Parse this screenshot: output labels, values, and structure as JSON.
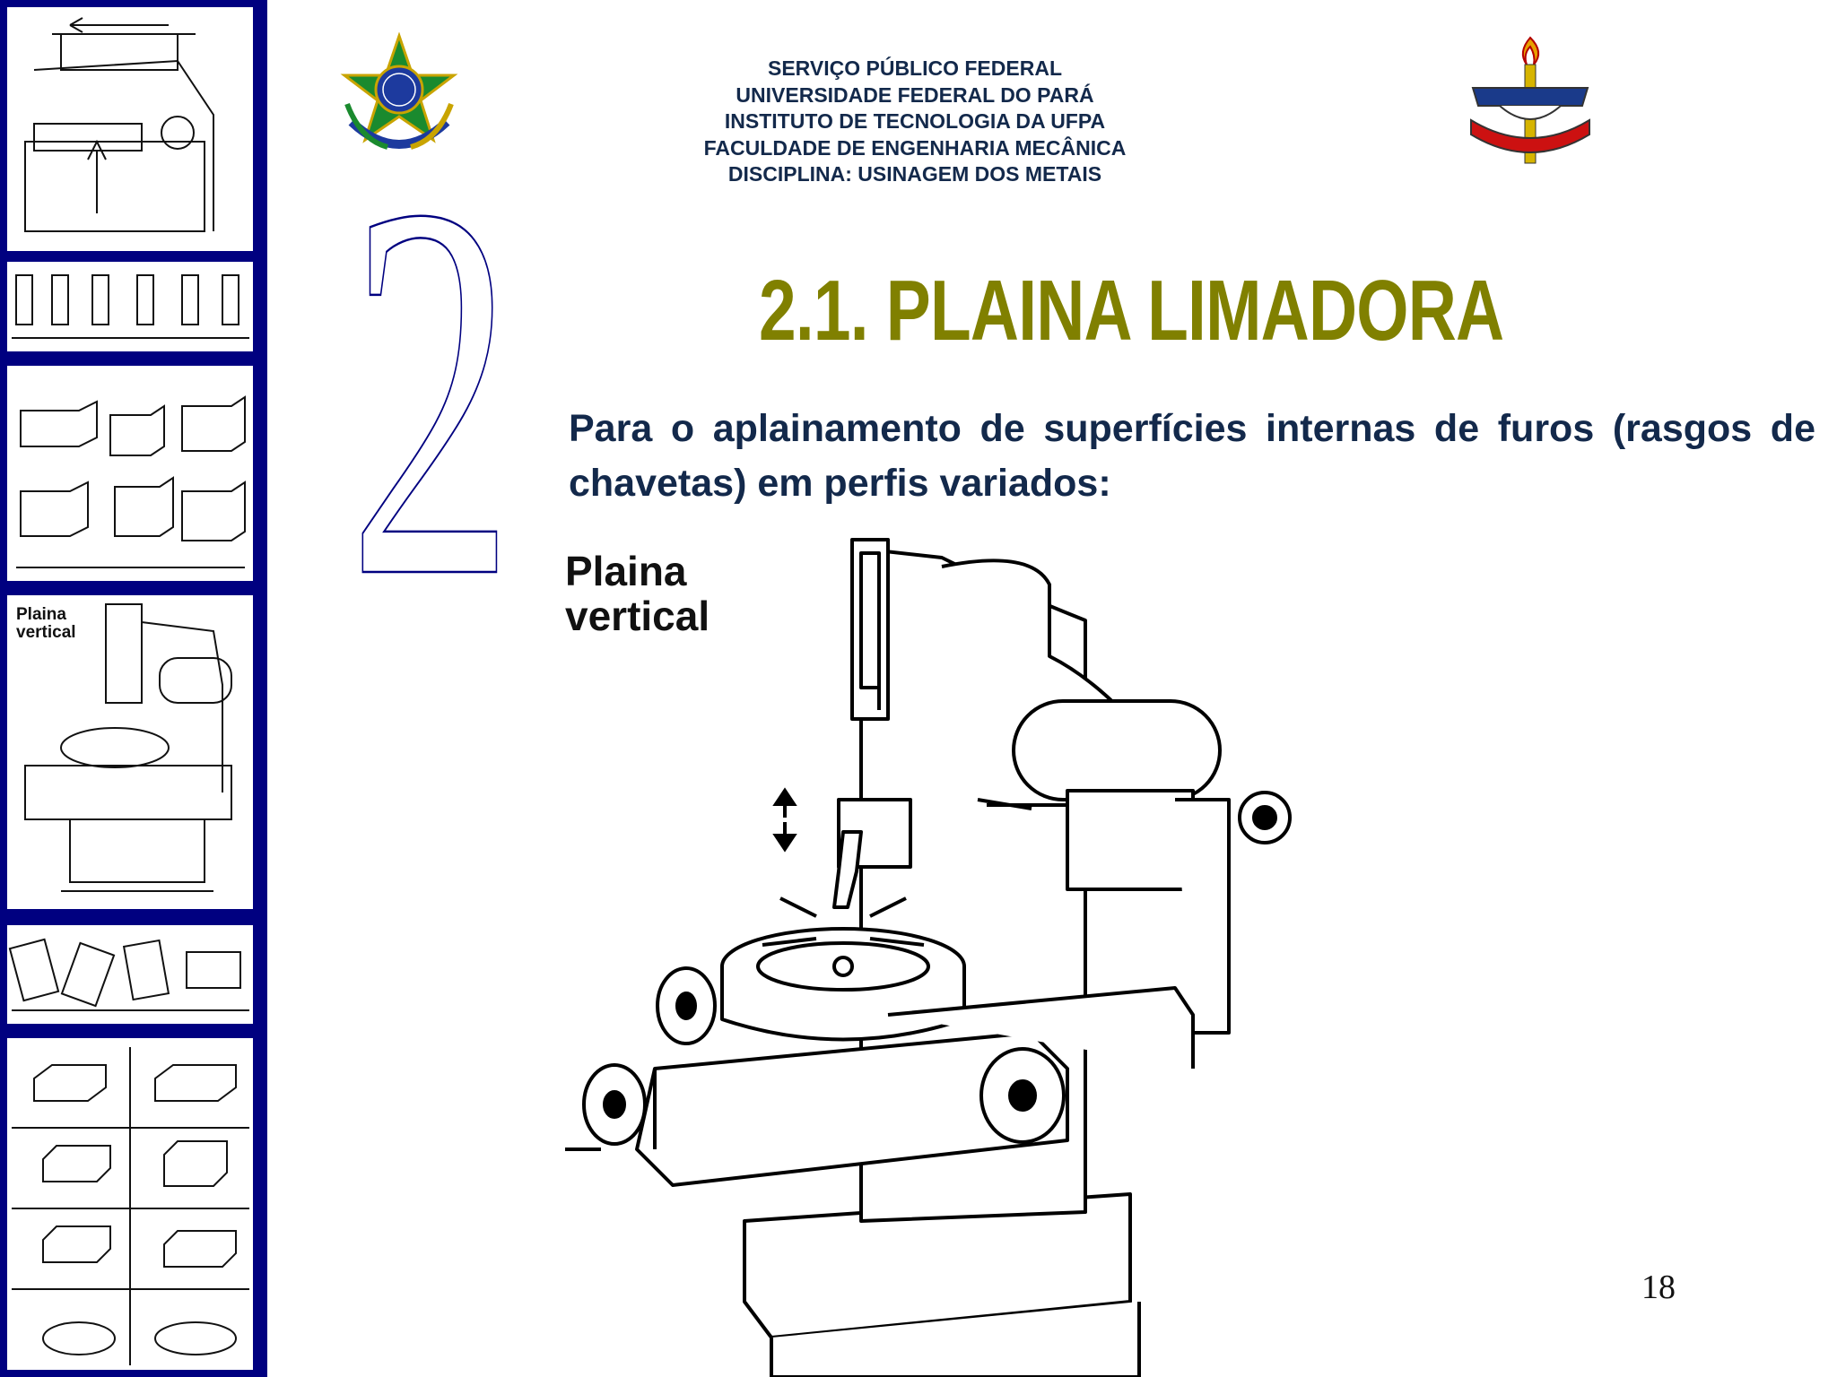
{
  "header": {
    "lines": [
      "SERVIÇO PÚBLICO FEDERAL",
      "UNIVERSIDADE FEDERAL DO PARÁ",
      "INSTITUTO DE TECNOLOGIA DA UFPA",
      "FACULDADE DE ENGENHARIA MECÂNICA",
      "DISCIPLINA: USINAGEM DOS METAIS"
    ]
  },
  "section_number": "2",
  "title": "2.1. PLAINA LIMADORA",
  "body_text": "Para o aplainamento de superfícies internas de furos (rasgos de chavetas) em perfis variados:",
  "figure": {
    "label": "Plaina\nvertical"
  },
  "sidebar": {
    "thumb4_label": "Plaina\nvertical"
  },
  "page_number": "18",
  "colors": {
    "sidebar": "#000080",
    "title": "#808000",
    "text": "#13294b"
  }
}
